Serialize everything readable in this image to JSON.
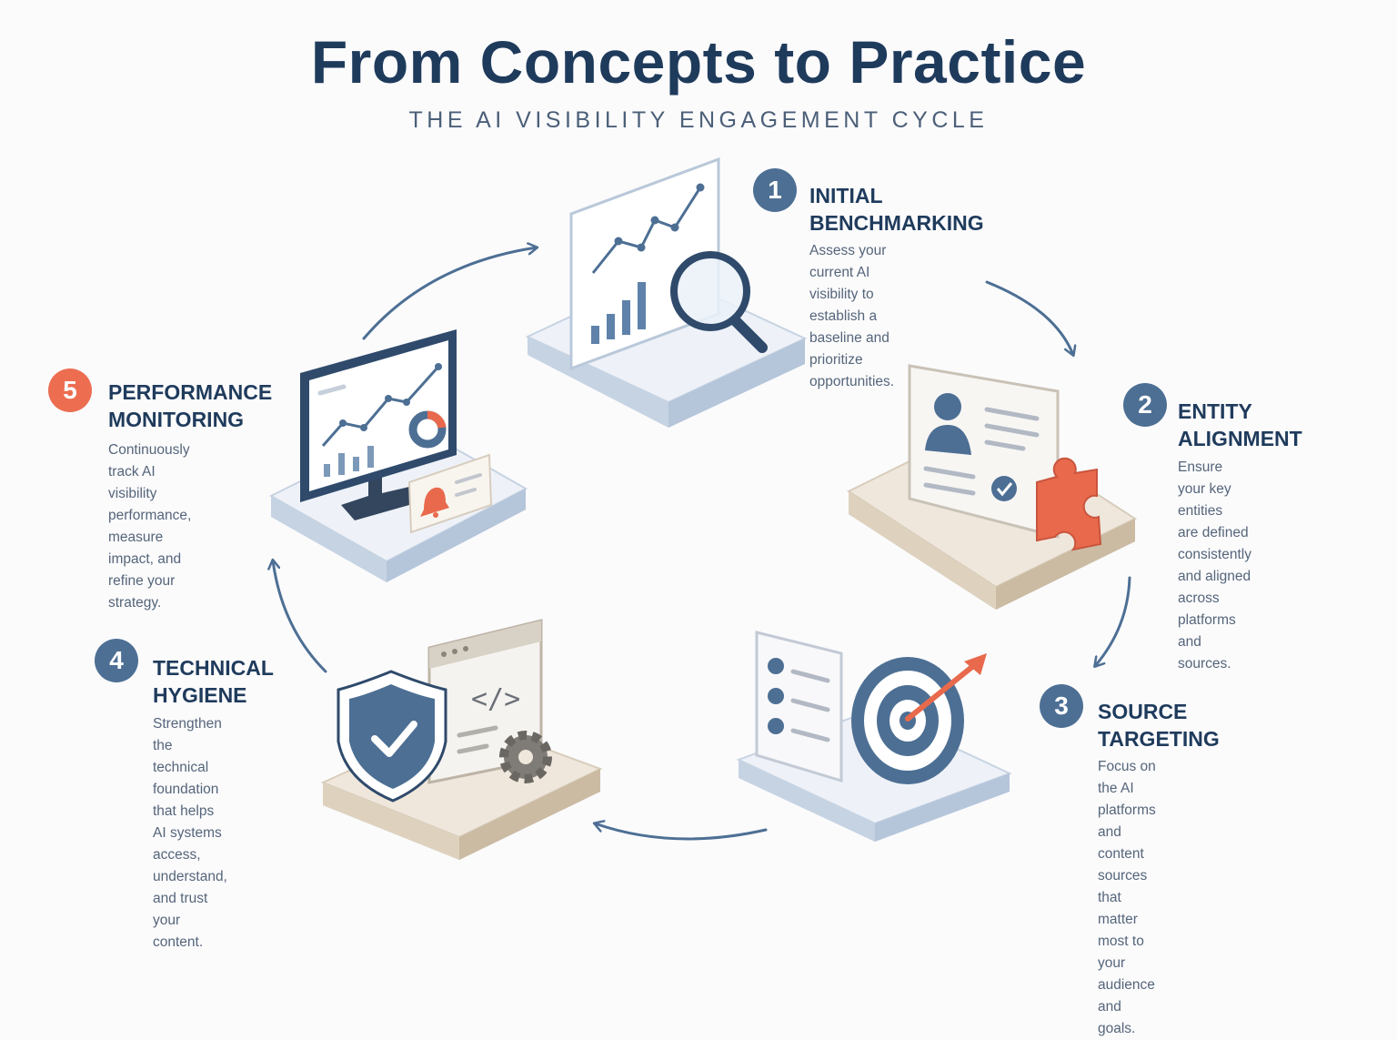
{
  "title": "From Concepts to Practice",
  "subtitle": "THE AI VISIBILITY ENGAGEMENT CYCLE",
  "colors": {
    "navy": "#1f3b5c",
    "steel": "#4d6f94",
    "accent": "#ec6d50",
    "muted": "#55657a"
  },
  "steps": [
    {
      "number": "1",
      "title": "INITIAL\nBENCHMARKING",
      "description": "Assess your current AI\nvisibility to establish a\nbaseline and prioritize\nopportunities.",
      "icon": "analytics-chart-magnifier-icon"
    },
    {
      "number": "2",
      "title": "ENTITY\nALIGNMENT",
      "description": "Ensure your key entities\nare defined consistently\nand aligned across\nplatforms and sources.",
      "icon": "profile-card-puzzle-icon"
    },
    {
      "number": "3",
      "title": "SOURCE\nTARGETING",
      "description": "Focus on the AI platforms\nand content sources that\nmatter most to your\naudience and goals.",
      "icon": "checklist-target-icon"
    },
    {
      "number": "4",
      "title": "TECHNICAL\nHYGIENE",
      "description": "Strengthen the technical\nfoundation that helps\nAI systems access,\nunderstand, and trust\nyour content.",
      "icon": "shield-code-gear-icon"
    },
    {
      "number": "5",
      "title": "PERFORMANCE\nMONITORING",
      "description": "Continuously track AI\nvisibility performance,\nmeasure impact, and\nrefine your strategy.",
      "icon": "monitor-dashboard-bell-icon"
    }
  ]
}
